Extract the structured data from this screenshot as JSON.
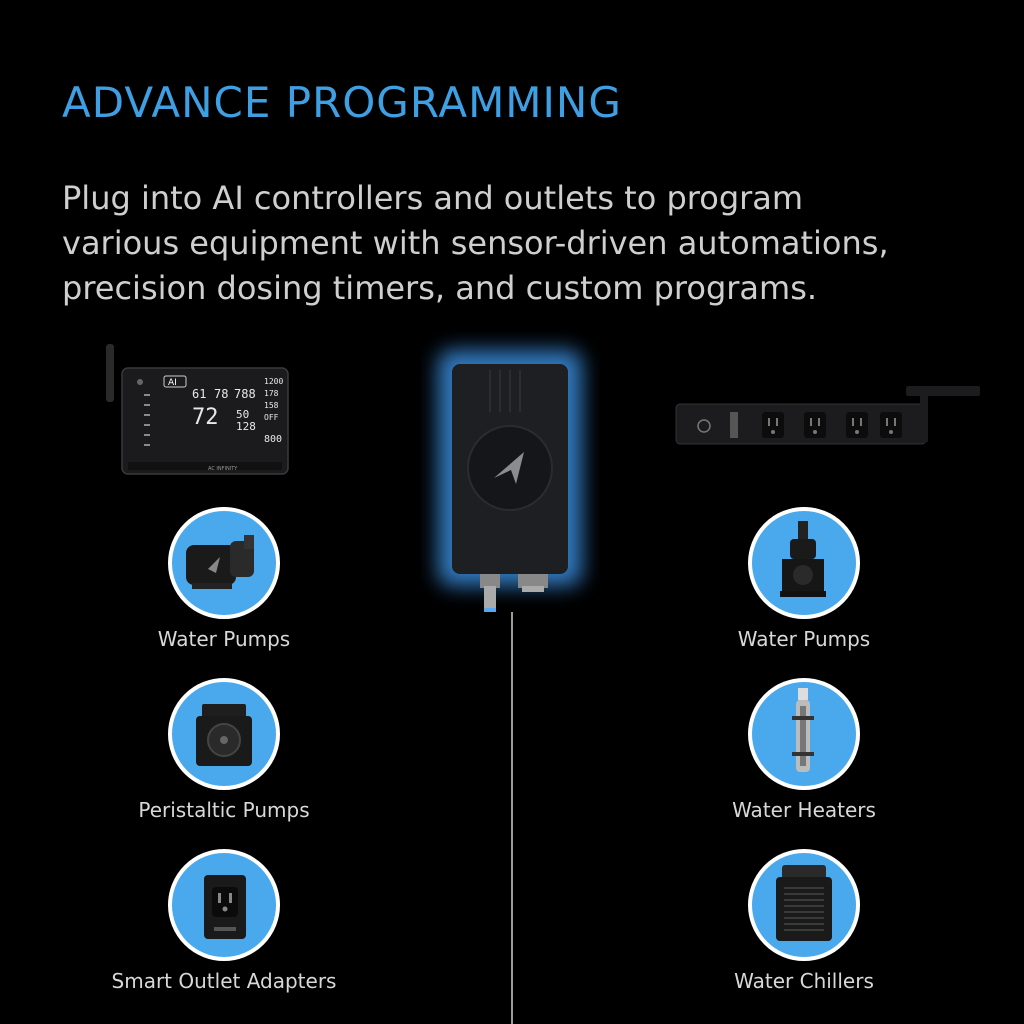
{
  "header": {
    "title": "ADVANCE PROGRAMMING",
    "subtitle_lines": [
      "Plug into AI controllers and outlets to program",
      "various equipment with sensor-driven automations,",
      "precision dosing timers, and custom programs."
    ]
  },
  "controller": {
    "brand": "AC INFINITY",
    "ai_badge": "AI",
    "readouts": [
      "61",
      "78",
      "788",
      "1200",
      "178",
      "158",
      "72",
      "50",
      "OFF",
      "128",
      "800"
    ]
  },
  "left_items": [
    {
      "label": "Water Pumps",
      "icon": "water-pump-icon"
    },
    {
      "label": "Peristaltic Pumps",
      "icon": "peristaltic-pump-icon"
    },
    {
      "label": "Smart Outlet Adapters",
      "icon": "outlet-adapter-icon"
    }
  ],
  "right_items": [
    {
      "label": "Water Pumps",
      "icon": "submersible-pump-icon"
    },
    {
      "label": "Water Heaters",
      "icon": "water-heater-icon"
    },
    {
      "label": "Water Chillers",
      "icon": "water-chiller-icon"
    }
  ],
  "colors": {
    "accent": "#3f9fe3",
    "circle_fill": "#4aa8ec",
    "glow": "#3a8fe0",
    "background": "#000000"
  }
}
